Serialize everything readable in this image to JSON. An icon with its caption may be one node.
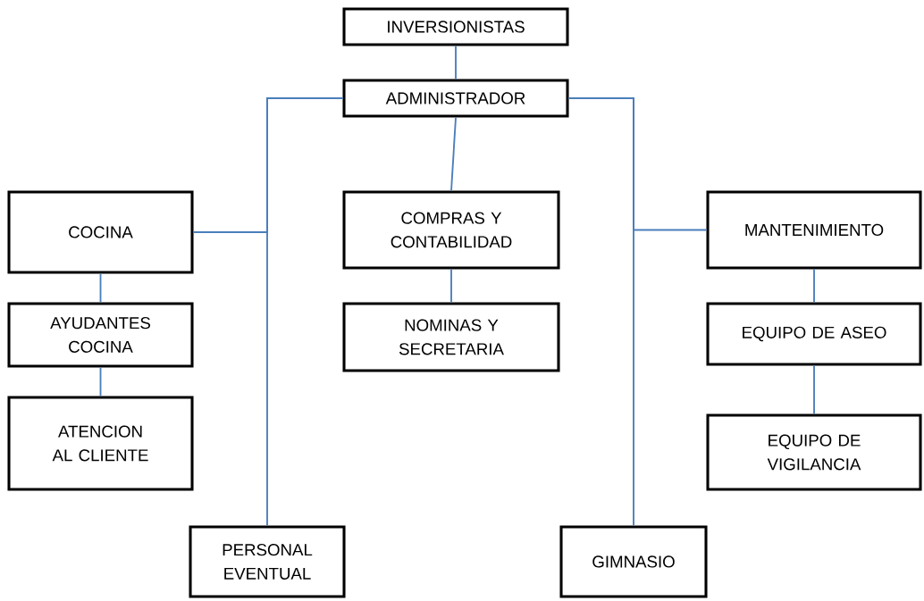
{
  "diagram": {
    "nodes": [
      {
        "text": [
          "INVERSIONISTAS"
        ]
      },
      {
        "text": [
          "ADMINISTRADOR"
        ]
      },
      {
        "text": [
          "COCINA"
        ]
      },
      {
        "text": [
          "AYUDANTES COCINA"
        ]
      },
      {
        "text": [
          "ATENCION AL CLIENTE"
        ]
      },
      {
        "text": [
          "PERSONAL EVENTUAL"
        ]
      },
      {
        "text": [
          "COMPRAS Y CONTABILIDAD"
        ]
      },
      {
        "text": [
          "NOMINAS Y SECRETARIA"
        ]
      },
      {
        "text": [
          "MANTENIMIENTO"
        ]
      },
      {
        "text": [
          "EQUIPO DE ASEO"
        ]
      },
      {
        "text": [
          "EQUIPO DE VIGILANCIA"
        ]
      },
      {
        "text": [
          "GIMNASIO"
        ]
      }
    ],
    "edges": [
      {
        "from": 0,
        "to": 1,
        "arrow": "none"
      },
      {
        "from": 1,
        "to": 2,
        "arrow": "none"
      },
      {
        "from": 1,
        "to": 5,
        "arrow": "none"
      },
      {
        "from": 1,
        "to": 6,
        "arrow": "none"
      },
      {
        "from": 6,
        "to": 7,
        "arrow": "none"
      },
      {
        "from": 1,
        "to": 8,
        "arrow": "none"
      },
      {
        "from": 1,
        "to": 11,
        "arrow": "none"
      },
      {
        "from": 2,
        "to": 3,
        "arrow": "none"
      },
      {
        "from": 3,
        "to": 4,
        "arrow": "none"
      },
      {
        "from": 8,
        "to": 9,
        "arrow": "none"
      },
      {
        "from": 9,
        "to": 10,
        "arrow": "none"
      }
    ]
  }
}
